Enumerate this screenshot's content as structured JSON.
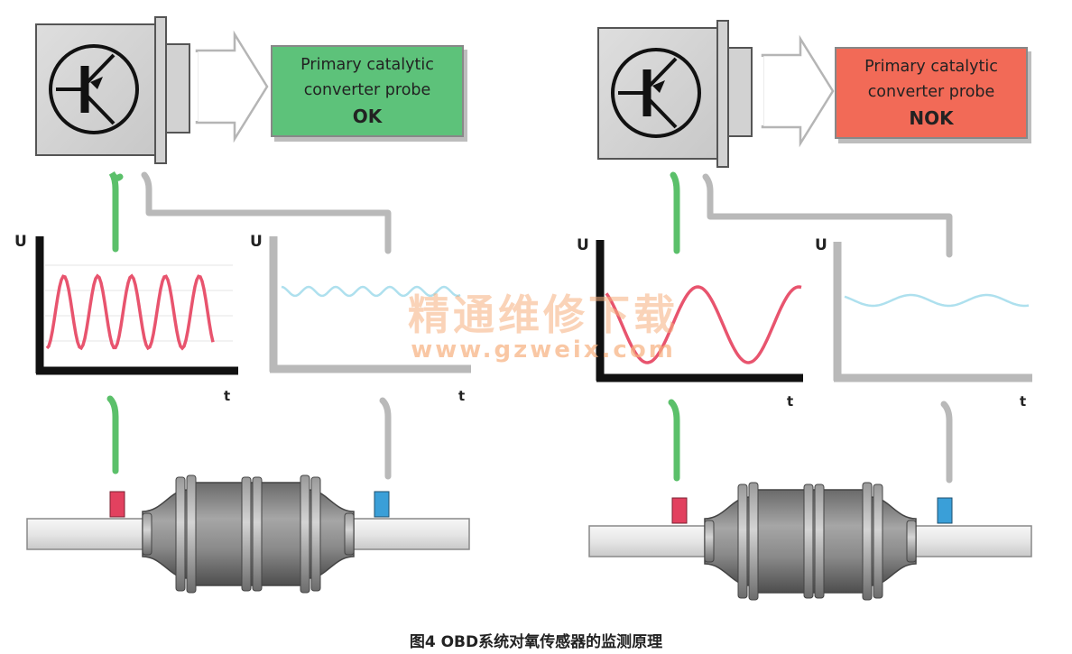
{
  "left_panel": {
    "status_box": {
      "line1": "Primary catalytic",
      "line2": "converter probe",
      "state": "OK",
      "color": "#5dc27a"
    },
    "upstream_chart": {
      "y_label": "U",
      "x_label": "t",
      "signal": "fast-oscillation",
      "color": "#e8546e"
    },
    "downstream_chart": {
      "y_label": "U",
      "x_label": "t",
      "signal": "flat-low-ripple",
      "color": "#aee0ee"
    }
  },
  "right_panel": {
    "status_box": {
      "line1": "Primary catalytic",
      "line2": "converter probe",
      "state": "NOK",
      "color": "#f26a57"
    },
    "upstream_chart": {
      "y_label": "U",
      "x_label": "t",
      "signal": "slow-oscillation",
      "color": "#e8546e"
    },
    "downstream_chart": {
      "y_label": "U",
      "x_label": "t",
      "signal": "flat-low-ripple",
      "color": "#aee0ee"
    }
  },
  "watermark": {
    "cn": "精通维修下载",
    "url": "www.gzweix.com"
  },
  "caption": "图4  OBD系统对氧传感器的监测原理",
  "colors": {
    "green_arrow": "#5bc06a",
    "gray_arrow": "#b9b9b9",
    "upstream_sensor": "#e2415f",
    "downstream_sensor": "#3a9fd8",
    "ecu_body": "#d7d7d7"
  },
  "icons": [
    "transistor-icon",
    "arrow-outline-icon",
    "catalytic-converter-icon",
    "oxygen-sensor-icon"
  ]
}
